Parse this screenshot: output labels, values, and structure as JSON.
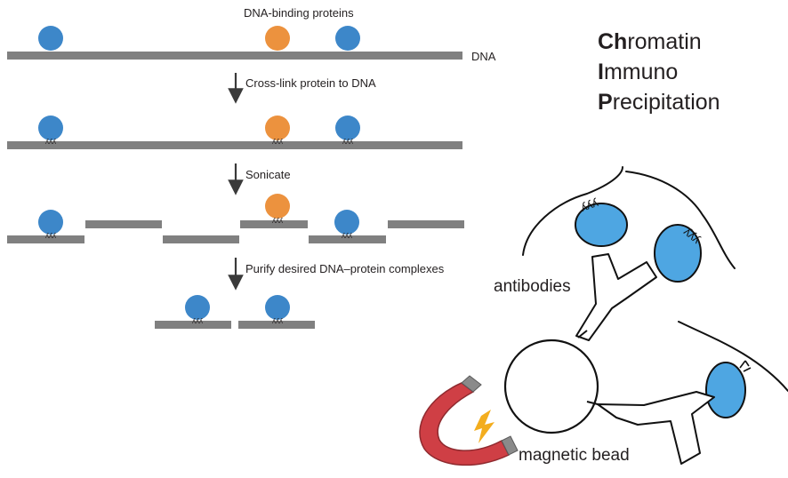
{
  "labels": {
    "proteins": "DNA-binding proteins",
    "dna": "DNA",
    "step1": "Cross-link protein to DNA",
    "step2": "Sonicate",
    "step3": "Purify desired DNA–protein complexes"
  },
  "acronym": [
    {
      "initial": "Ch",
      "rest": "romatin"
    },
    {
      "initial": "I",
      "rest": "mmuno"
    },
    {
      "initial": "P",
      "rest": "recipitation"
    }
  ],
  "annotations": {
    "antibodies": "antibodies",
    "bead": "magnetic bead"
  },
  "colors": {
    "dna": "#808080",
    "protein_target": "#3d87c9",
    "protein_other": "#ec923e",
    "antibody_protein": "#4ea6e2",
    "magnet_red": "#cf3f45",
    "magnet_tip": "#8a8a8a",
    "spark": "#f3ad1e"
  }
}
